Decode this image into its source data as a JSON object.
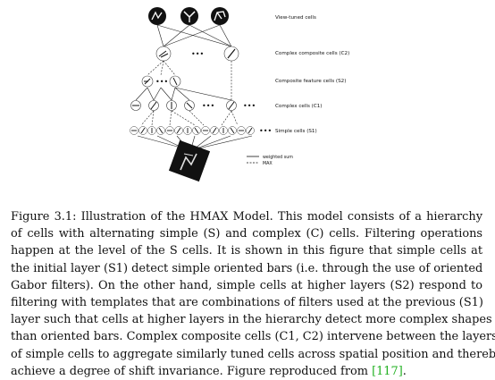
{
  "figure": {
    "layer_labels": {
      "view_tuned": "View-tuned cells",
      "c2": "Complex composite cells (C2)",
      "s2": "Composite feature cells (S2)",
      "c1": "Complex cells (C1)",
      "s1": "Simple cells (S1)"
    },
    "ellipsis": "•••",
    "legend": {
      "weighted_sum": "weighted sum",
      "max": "MAX"
    }
  },
  "caption": {
    "lines": [
      "Figure 3.1: Illustration of the HMAX Model. This model consists of a hierarchy",
      "of cells with alternating simple (S) and complex (C) cells. Filtering operations",
      "happen at the level of the S cells. It is shown in this figure that simple cells at",
      "the initial layer (S1) detect simple oriented bars (i.e. through the use of oriented",
      "Gabor filters). On the other hand, simple cells at higher layers (S2) respond to",
      "filtering with templates that are combinations of filters used at the previous (S1)",
      "layer such that cells at higher layers in the hierarchy detect more complex shapes",
      "than oriented bars. Complex composite cells (C1, C2) intervene between the layers",
      "of simple cells to aggregate similarly tuned cells across spatial position and thereby",
      "achieve a degree of shift invariance. Figure reproduced from "
    ],
    "reference": "[117]",
    "end": "."
  }
}
